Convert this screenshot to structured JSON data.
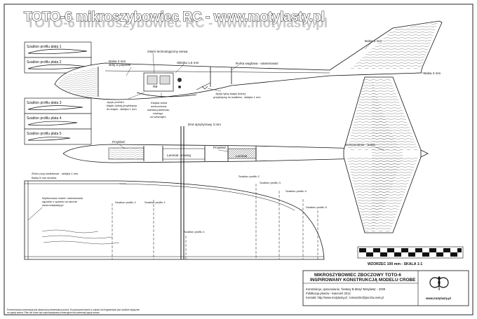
{
  "header": {
    "title": "TOTO-6 mikroszybowiec RC - www.motylasty.pl"
  },
  "profile_boxes": [
    {
      "label": "Szablon profilu płata 1"
    },
    {
      "label": "Szablon profilu płata 2"
    },
    {
      "label": "Szablon profilu płata 3"
    },
    {
      "label": "Szablon profilu płata 4"
    },
    {
      "label": "Szablon profilu płata 5"
    }
  ],
  "side_view_labels": {
    "balsa_nose": "Balsa 3 mm\nsklej w poprzek",
    "servo_hole": "Otwór technologiczny serwa",
    "plywood": "Sklejka 1,5 mm",
    "carbon_tube": "Rurka węglowa - wtaminować",
    "balsa_tail": "Balsa 3 mm",
    "balsa_tail2": "Balsa 3 mm",
    "elevator_tongue": "Język przedni\nklapki dolnej przyklejony\ndo klapki - sklejka 1 mm",
    "lower_flap": "Klapka dolna\nwzmocniona\nwarstwą laminatu,\nrowingu\nod wewnątrz",
    "rear_tongue": "Język tylny klapki dolnej\nprzyklejony do kadłuba - sklejka 1 mm",
    "rb_text": "RB"
  },
  "top_view_labels": {
    "spring_wire": "Drut sprężynowy 3 mm",
    "przyklec": "Przykleić",
    "laminat_rowing": "Laminat - rowing",
    "przyklec2": "Przykleić",
    "laminat_2": "Laminat",
    "reinforcement": "Wzmocnienie - balsa"
  },
  "wing_labels": {
    "rib_note": "Żebro przy kadłubowe - sklejka 1 mm",
    "balsa": "Balsa 5 mm średnia",
    "groove_note": "Wyfrezować rowek i wlaminować\nzgodnie z opisem  na stronie\nwww.motylasty.pl",
    "profiles": [
      {
        "label": "Szablon profilu 1"
      },
      {
        "label": "Szablon profilu 1"
      },
      {
        "label": "Szablon profilu 1"
      },
      {
        "label": "Szablon profilu 2"
      },
      {
        "label": "Szablon profilu 3"
      },
      {
        "label": "Szablon profilu 4"
      },
      {
        "label": "Szablon profilu 5"
      }
    ]
  },
  "scale": {
    "label": "WZORZEC 100 mm - SKALA 1:1"
  },
  "title_block": {
    "line1": "MIKROSZYBOWIEC ZBOCZOWY TOTO-6",
    "line2": "INSPIROWANY KONSTRUKCJĄ MODELU CROBE",
    "info1": "Konstrukcja, opracowanie, 'fantasy B.Motyl 'Motylasty' - 2009",
    "info2": "Publikacja planów - kwiecień 2012",
    "info3": "Kontakt: http://www.motylasty.pl  ;  tomasztm@poczta.onet.pl",
    "logo_text": "www.motylasty.pl"
  },
  "footer": {
    "text1": "Prezentowana konstrukcja jest własnością intelektualną autora. Rozpowszechnianie w całości lub fragmentach jest możliwe wyłącznie",
    "text2": "za zgodą autora. Plan nie może być wykorzystywany komercyjnie bez pisemnej zgody autora."
  }
}
